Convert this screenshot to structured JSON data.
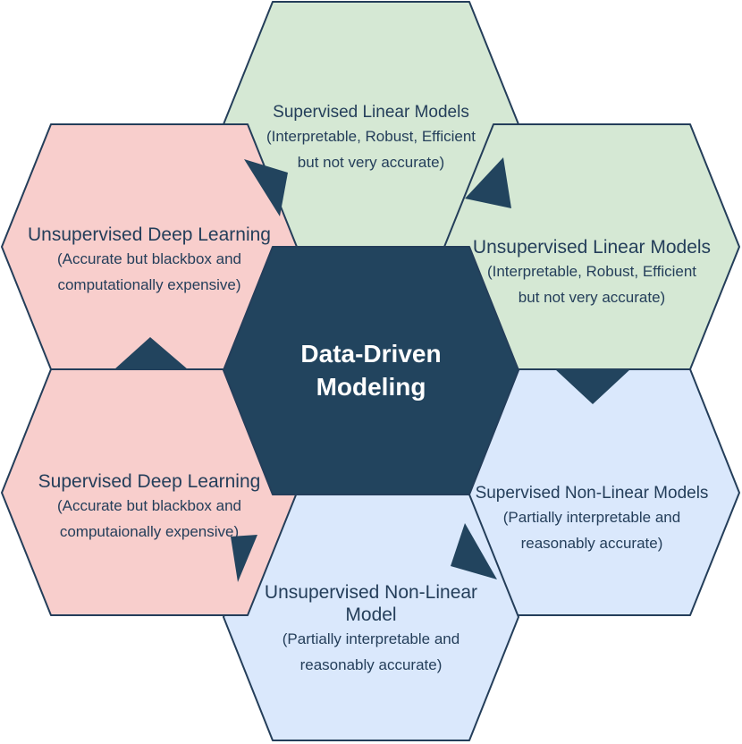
{
  "colors": {
    "center": "#22445e",
    "green": "#d5e8d4",
    "pink": "#f8cecc",
    "blue": "#dae8fc",
    "stroke": "#243e5a",
    "text": "#243e5a"
  },
  "center": {
    "line1": "Data-Driven",
    "line2": "Modeling"
  },
  "hexagons": {
    "supervised_linear": {
      "title": "Supervised Linear Models",
      "desc1": "(Interpretable, Robust, Efficient",
      "desc2": "but not very accurate)"
    },
    "unsupervised_linear": {
      "title": "Unsupervised Linear Models",
      "desc1": "(Interpretable, Robust, Efficient",
      "desc2": "but not very accurate)"
    },
    "supervised_nonlinear": {
      "title": "Supervised Non-Linear Models",
      "desc1": "(Partially interpretable and",
      "desc2": "reasonably accurate)"
    },
    "unsupervised_nonlinear": {
      "title1": "Unsupervised Non-Linear",
      "title2": "Model",
      "desc1": "(Partially interpretable and",
      "desc2": "reasonably accurate)"
    },
    "supervised_deep": {
      "title": "Supervised Deep Learning",
      "desc1": "(Accurate but blackbox and",
      "desc2": "computaionally expensive)"
    },
    "unsupervised_deep": {
      "title": "Unsupervised Deep Learning",
      "desc1": "(Accurate but blackbox and",
      "desc2": "computationally expensive)"
    }
  }
}
